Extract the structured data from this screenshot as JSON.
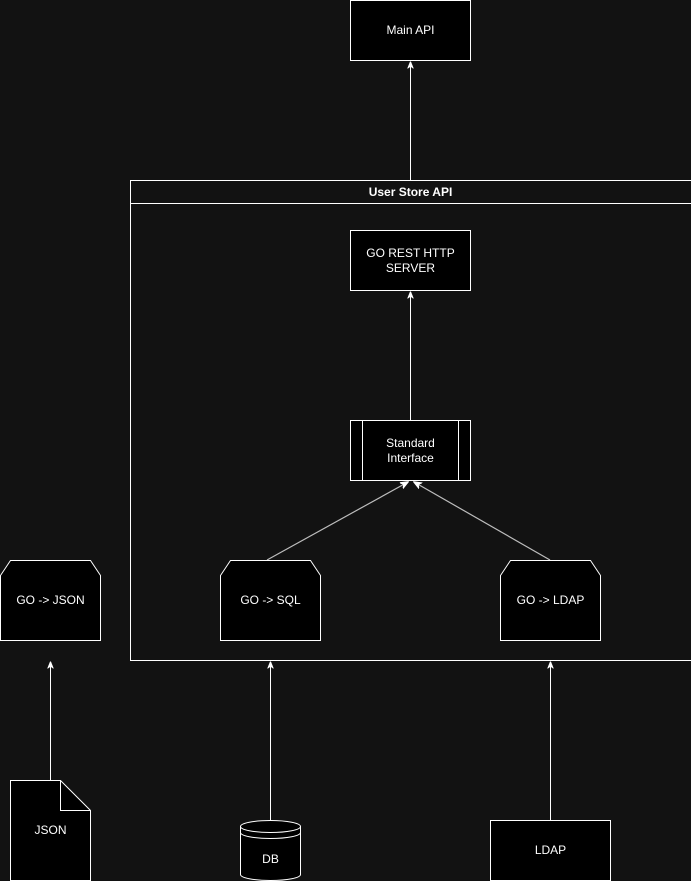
{
  "nodes": {
    "main_api": "Main API",
    "container_title": "User Store API",
    "rest_server": [
      "GO REST HTTP",
      "SERVER"
    ],
    "standard_interface": [
      "Standard",
      "Interface"
    ],
    "go_json": "GO -> JSON",
    "go_sql": "GO -> SQL",
    "go_ldap": "GO -> LDAP",
    "json_file": "JSON",
    "db": "DB",
    "ldap": "LDAP"
  },
  "colors": {
    "background": "#121212",
    "node_fill": "#000000",
    "stroke": "#ffffff",
    "text": "#ffffff"
  }
}
